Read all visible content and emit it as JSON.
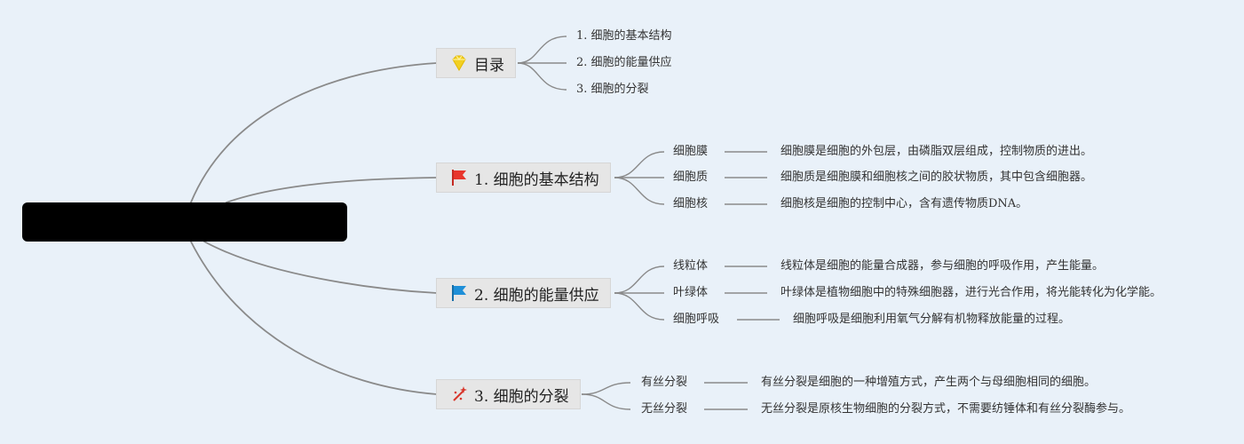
{
  "central_topic": {
    "label": ""
  },
  "toc": {
    "title": "目录",
    "icon": "diamond-icon",
    "items": [
      "1. 细胞的基本结构",
      "2. 细胞的能量供应",
      "3. 细胞的分裂"
    ]
  },
  "branches": [
    {
      "title": "1. 细胞的基本结构",
      "icon": "red-flag-icon",
      "items": [
        {
          "term": "细胞膜",
          "desc": "细胞膜是细胞的外包层，由磷脂双层组成，控制物质的进出。"
        },
        {
          "term": "细胞质",
          "desc": "细胞质是细胞膜和细胞核之间的胶状物质，其中包含细胞器。"
        },
        {
          "term": "细胞核",
          "desc": "细胞核是细胞的控制中心，含有遗传物质DNA。"
        }
      ]
    },
    {
      "title": "2. 细胞的能量供应",
      "icon": "blue-flag-icon",
      "items": [
        {
          "term": "线粒体",
          "desc": "线粒体是细胞的能量合成器，参与细胞的呼吸作用，产生能量。"
        },
        {
          "term": "叶绿体",
          "desc": "叶绿体是植物细胞中的特殊细胞器，进行光合作用，将光能转化为化学能。"
        },
        {
          "term": "细胞呼吸",
          "desc": "细胞呼吸是细胞利用氧气分解有机物释放能量的过程。"
        }
      ]
    },
    {
      "title": "3. 细胞的分裂",
      "icon": "sparkle-icon",
      "items": [
        {
          "term": "有丝分裂",
          "desc": "有丝分裂是细胞的一种增殖方式，产生两个与母细胞相同的细胞。"
        },
        {
          "term": "无丝分裂",
          "desc": "无丝分裂是原核生物细胞的分裂方式，不需要纺锤体和有丝分裂酶参与。"
        }
      ]
    }
  ],
  "colors": {
    "background": "#e9f1f9",
    "connector": "#8a8a8a",
    "topic_bg": "#e6e6e6",
    "central_bg": "#000000",
    "red_flag": "#e8352c",
    "blue_flag": "#1e8fd8",
    "diamond": "#f2d022"
  }
}
